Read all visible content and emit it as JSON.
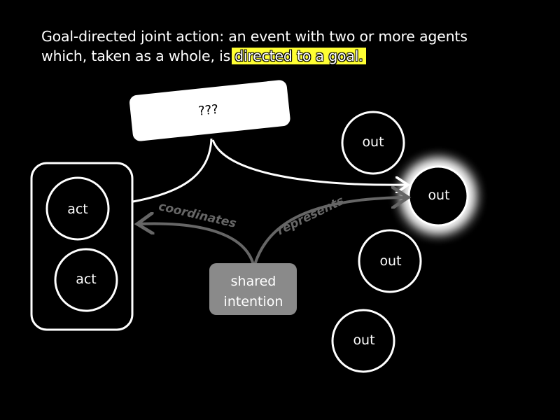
{
  "heading": {
    "line1": "Goal-directed joint action: an event with two or more agents",
    "line2_prefix": "which, taken as a whole, is",
    "line2_highlight": "directed to a goal."
  },
  "unknown_box": {
    "label": "???"
  },
  "agents": [
    {
      "label": "act"
    },
    {
      "label": "act"
    }
  ],
  "outcomes": [
    {
      "label": "out"
    },
    {
      "label": "out",
      "highlighted": true
    },
    {
      "label": "out"
    },
    {
      "label": "out"
    }
  ],
  "shared_intention": {
    "line1": "shared",
    "line2": "intention"
  },
  "relations": {
    "coordinates": "coordinates",
    "represents": "represents"
  },
  "colors": {
    "background": "#000000",
    "highlight": "#ffff33",
    "grey_arrow": "#666666",
    "shared_box": "#8a8a8a",
    "glow": "#ffffff"
  }
}
